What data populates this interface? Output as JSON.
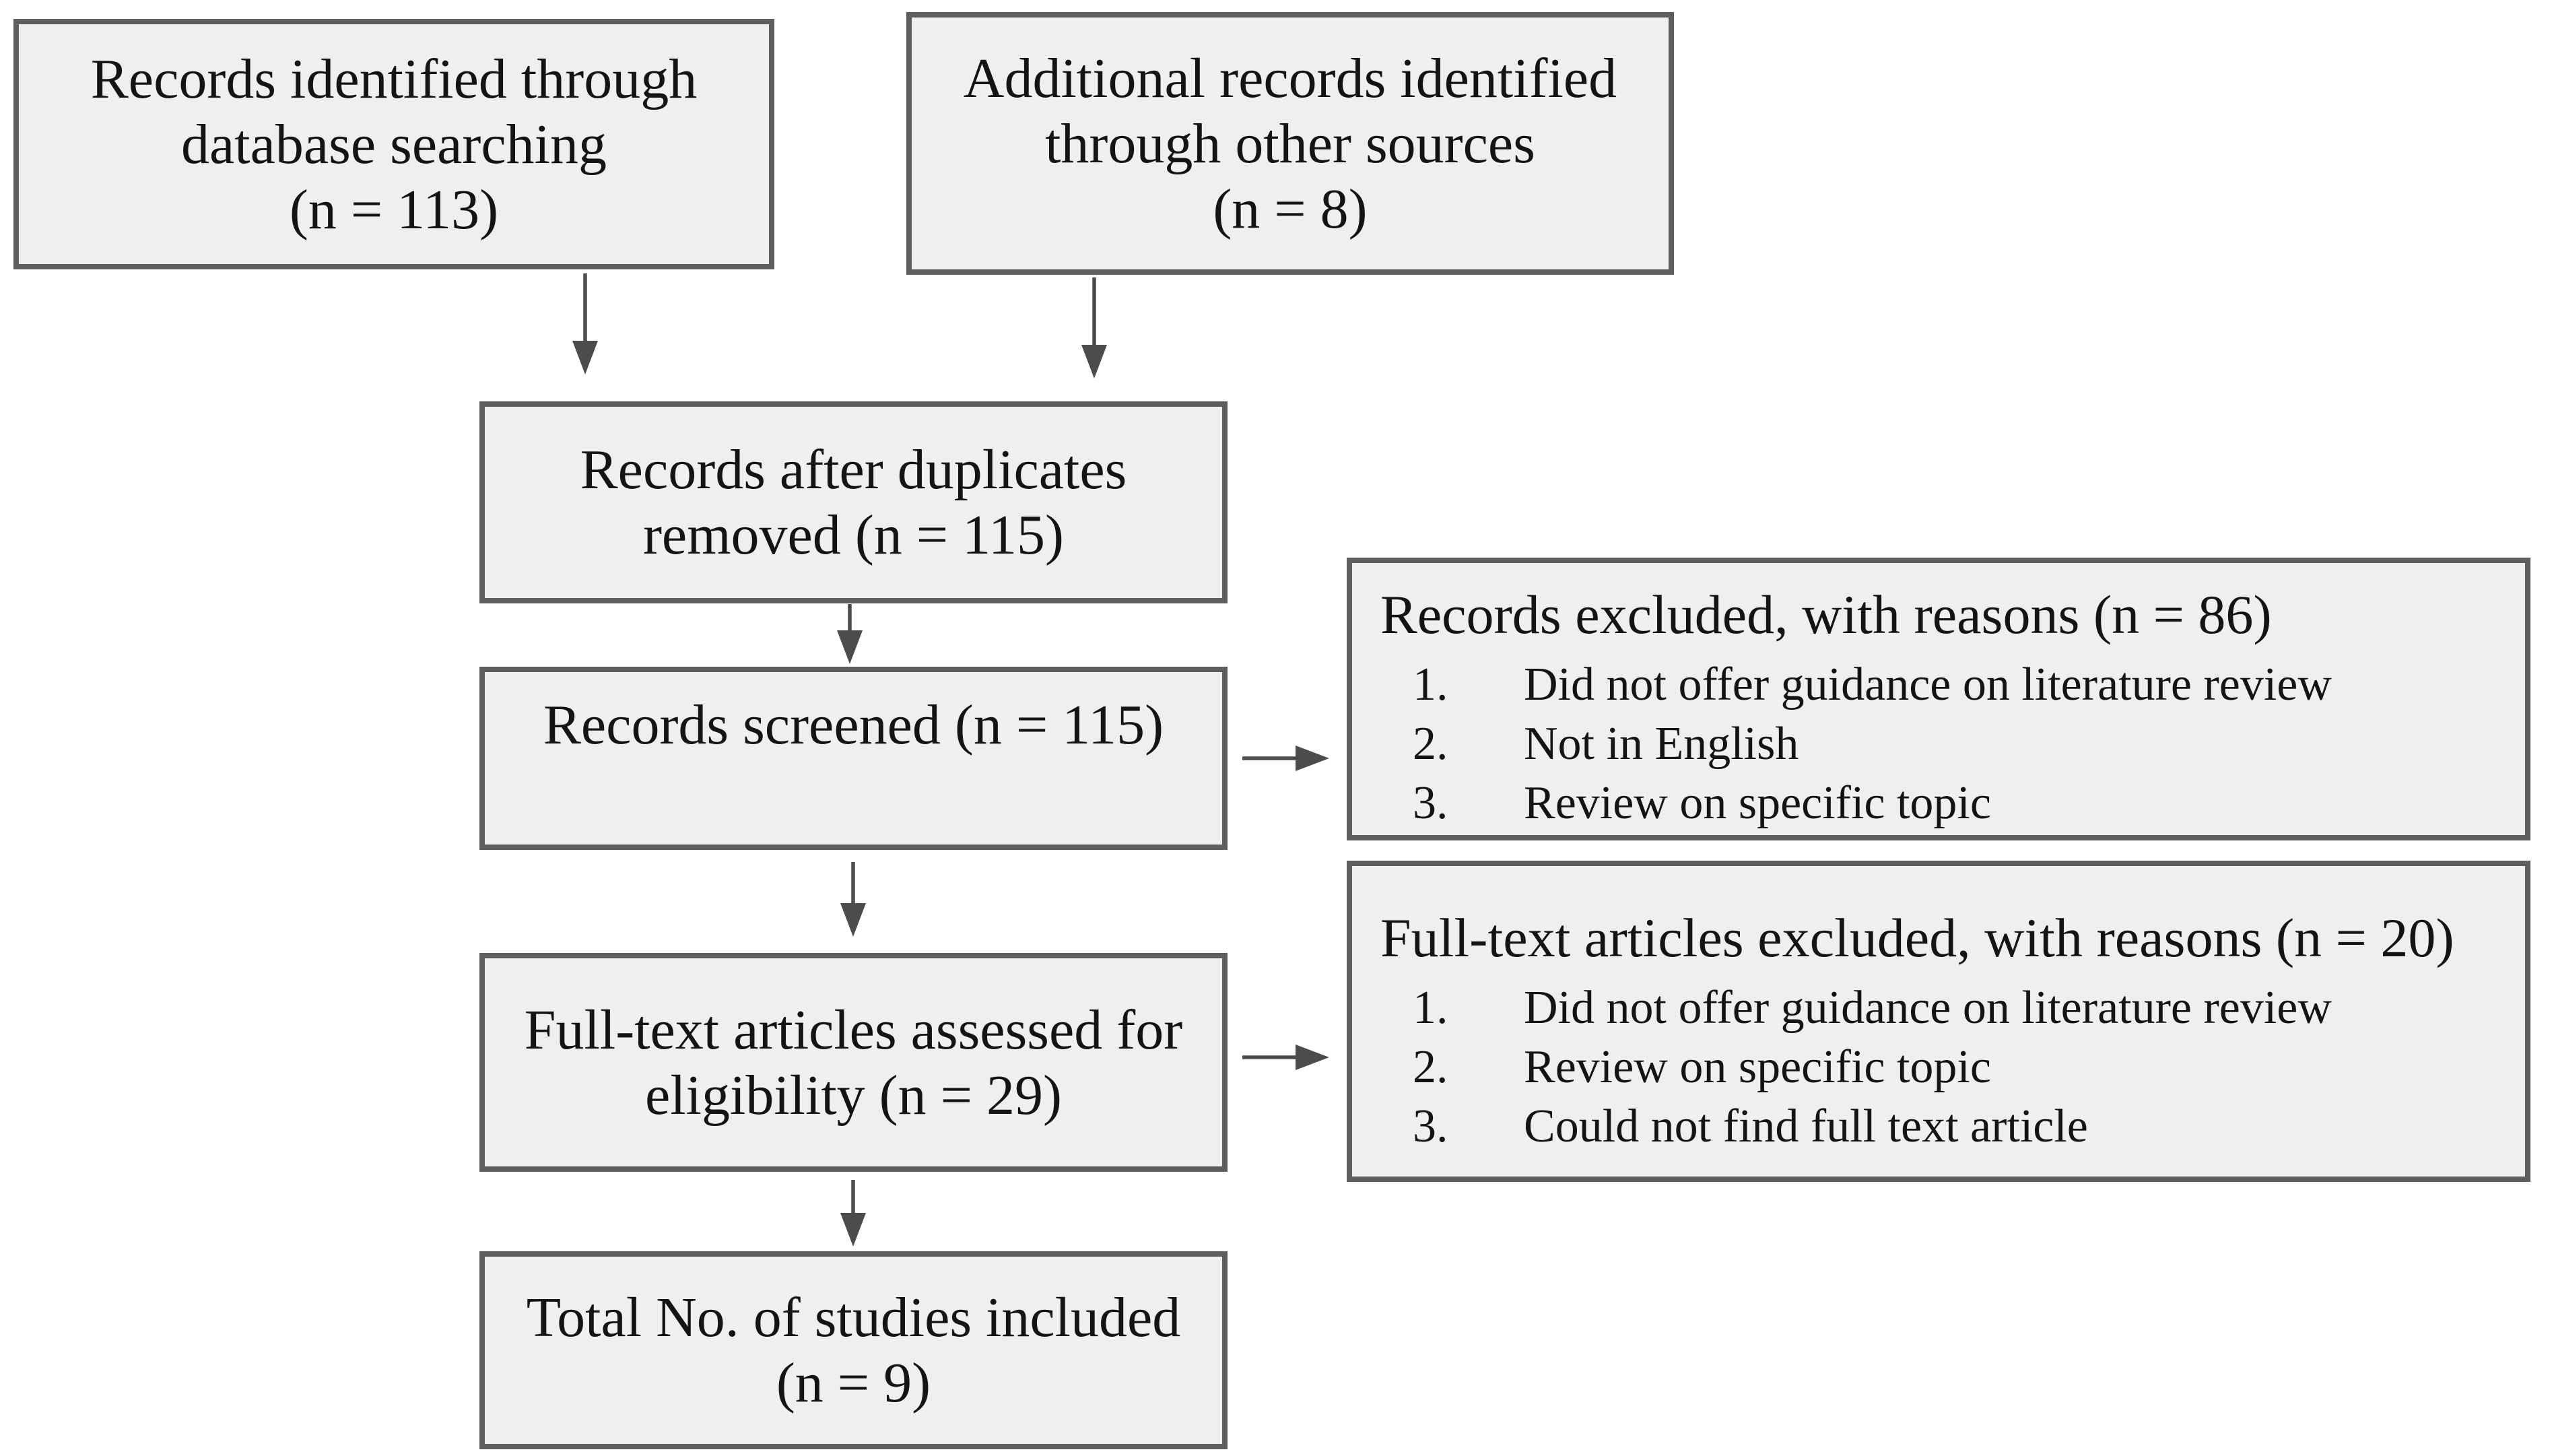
{
  "diagram": {
    "boxes": {
      "db_search": {
        "lines": [
          "Records identified through",
          "database searching",
          "(n = 113)"
        ]
      },
      "other_sources": {
        "lines": [
          "Additional records identified",
          "through other sources",
          "(n = 8)"
        ]
      },
      "duplicates_removed": {
        "lines": [
          "Records after duplicates",
          "removed (n = 115)"
        ]
      },
      "screened": {
        "lines": [
          "Records screened (n = 115)"
        ]
      },
      "eligibility": {
        "lines": [
          "Full-text articles assessed for",
          "eligibility (n = 29)"
        ]
      },
      "included": {
        "lines": [
          "Total No. of studies included",
          "(n = 9)"
        ]
      },
      "records_excluded": {
        "title": "Records excluded, with reasons (n = 86)",
        "items": [
          {
            "num": "1.",
            "text": "Did not offer guidance on literature review"
          },
          {
            "num": "2.",
            "text": "Not in English"
          },
          {
            "num": "3.",
            "text": "Review on specific topic"
          }
        ]
      },
      "fulltext_excluded": {
        "title": "Full-text articles excluded, with reasons (n = 20)",
        "items": [
          {
            "num": "1.",
            "text": "Did not offer guidance on literature review"
          },
          {
            "num": "2.",
            "text": "Review on specific topic"
          },
          {
            "num": "3.",
            "text": "Could not find full text article"
          }
        ]
      }
    },
    "colors": {
      "background": "#ffffff",
      "box_fill": "#efefef",
      "box_border": "#5e5e5e",
      "arrow": "#4c4c4c",
      "text": "#141414"
    }
  }
}
